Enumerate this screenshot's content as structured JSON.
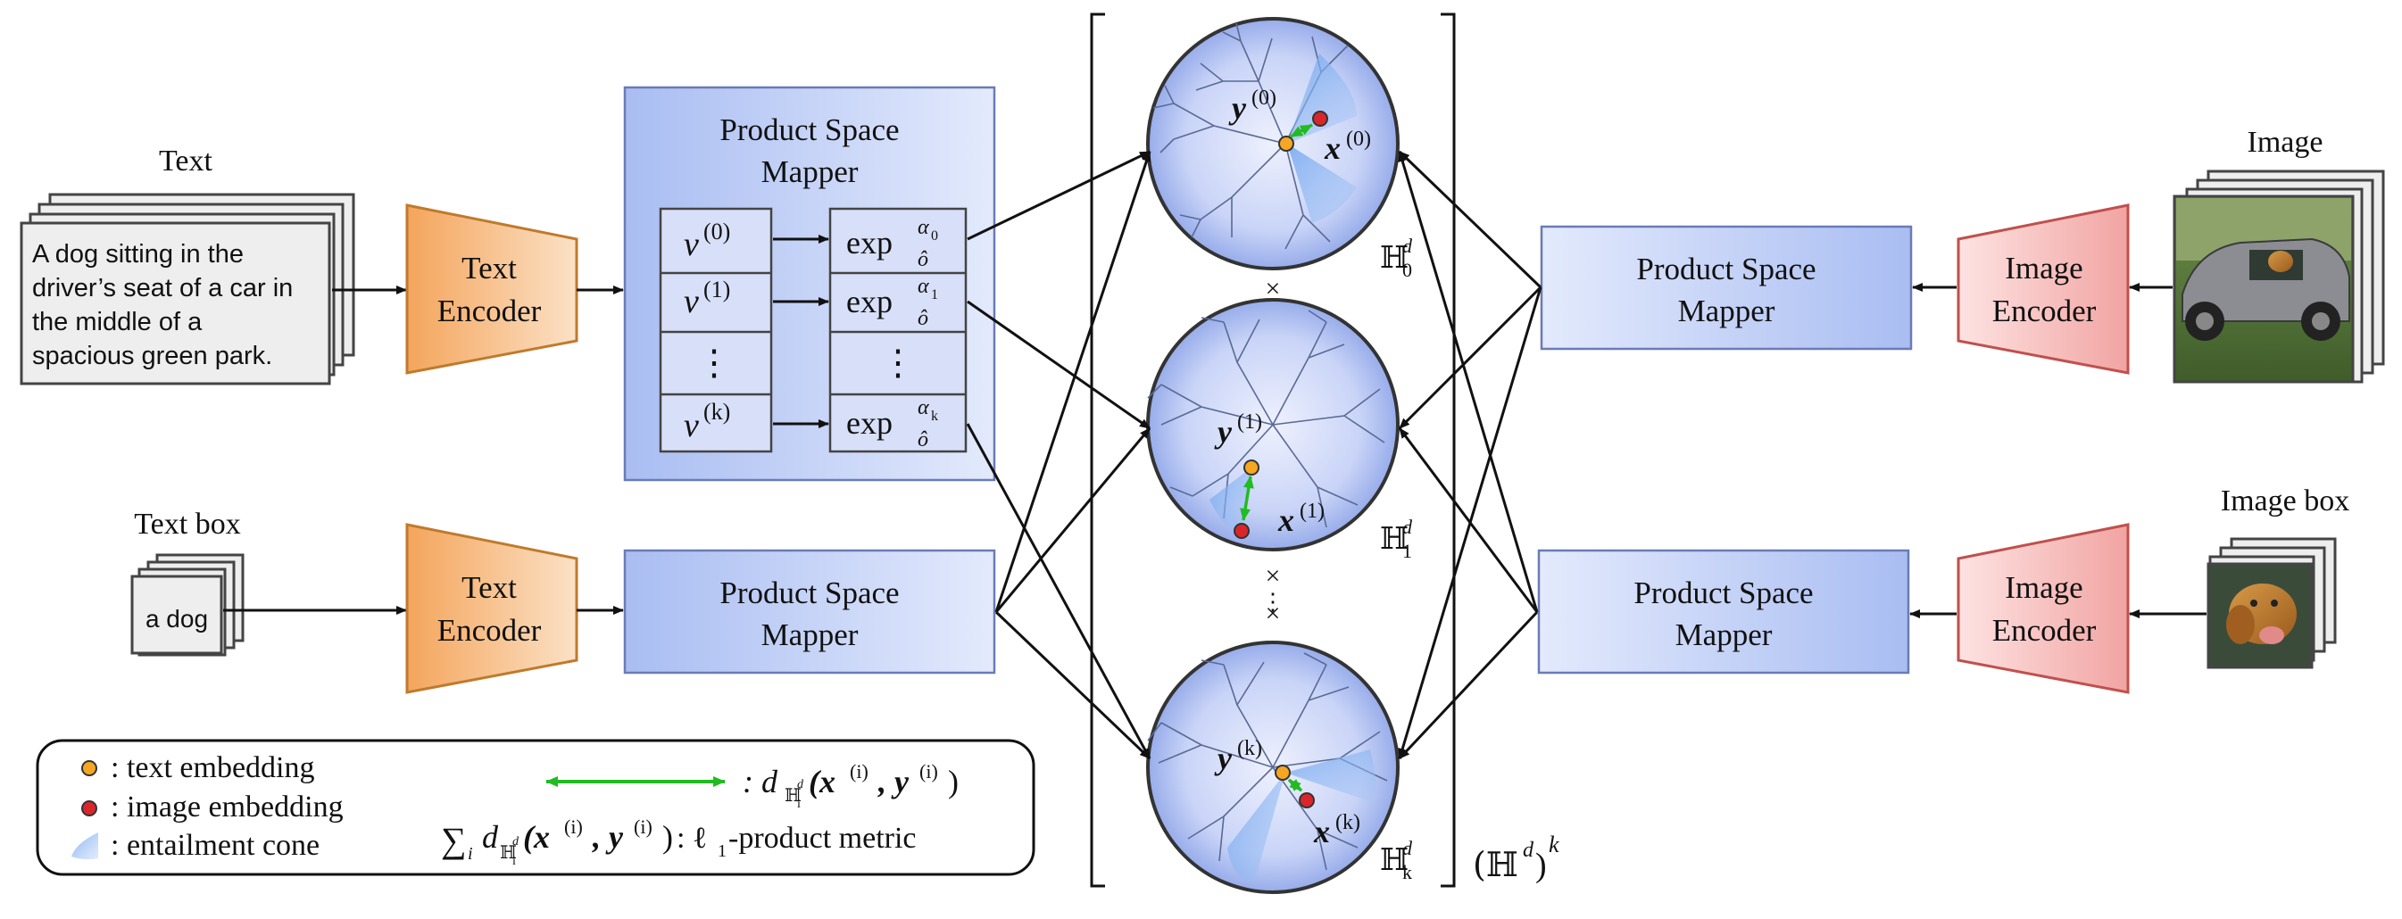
{
  "inputs": {
    "text_title": "Text",
    "text_content": [
      "A dog sitting in the",
      "driver’s seat of a car in",
      "the middle of a",
      "spacious green park."
    ],
    "textbox_title": "Text box",
    "textbox_content": "a dog",
    "image_title": "Image",
    "imagebox_title": "Image box"
  },
  "encoders": {
    "text_line1": "Text",
    "text_line2": "Encoder",
    "image_line1": "Image",
    "image_line2": "Encoder"
  },
  "mapper": {
    "line1": "Product Space",
    "line2": "Mapper",
    "rows": [
      {
        "v": "v",
        "sup": "(0)",
        "exp": "exp",
        "alpha": "α",
        "alpha_sub": "0",
        "sub": "ô"
      },
      {
        "v": "v",
        "sup": "(1)",
        "exp": "exp",
        "alpha": "α",
        "alpha_sub": "1",
        "sub": "ô"
      },
      {
        "v": "⋮",
        "sup": "",
        "exp": "⋮",
        "alpha": "",
        "alpha_sub": "",
        "sub": ""
      },
      {
        "v": "v",
        "sup": "(k)",
        "exp": "exp",
        "alpha": "α",
        "alpha_sub": "k",
        "sub": "ô"
      }
    ]
  },
  "spaces": {
    "h0": {
      "y": "y",
      "y_sup": "(0)",
      "x": "x",
      "x_sup": "(0)",
      "H": "ℍ",
      "H_sup": "d",
      "H_sub": "0"
    },
    "h1": {
      "y": "y",
      "y_sup": "(1)",
      "x": "x",
      "x_sup": "(1)",
      "H": "ℍ",
      "H_sup": "d",
      "H_sub": "1"
    },
    "hk": {
      "y": "y",
      "y_sup": "(k)",
      "x": "x",
      "x_sup": "(k)",
      "H": "ℍ",
      "H_sup": "d",
      "H_sub": "k"
    },
    "times": "×",
    "vdots": "⋮",
    "product": "(ℍ",
    "product_sup_d": "d",
    "product_close": ")",
    "product_sup_k": "k"
  },
  "legend": {
    "text_embedding": ": text embedding",
    "image_embedding": ": image embedding",
    "entailment_cone": ": entailment cone",
    "distance": ": d",
    "distance_sub": "ℍ",
    "distance_subsub": "i",
    "distance_subsup": "d",
    "distance_args": "(x",
    "distance_args_sup": "(i)",
    "distance_args2": ", y",
    "distance_args2_sup": "(i)",
    "distance_close": ")",
    "sum_prefix": "∑",
    "sum_sub": "i",
    "sum_d": "d",
    "sum_desc": ": ℓ",
    "sum_desc_sub": "1",
    "sum_desc_tail": "-product metric"
  },
  "colors": {
    "text_embedding": "#f5a623",
    "image_embedding": "#d9262b",
    "distance_arrow": "#22bb22",
    "encoder_text": "#f6b57a",
    "encoder_image": "#f7c2c0",
    "mapper": "#bccaf5"
  }
}
